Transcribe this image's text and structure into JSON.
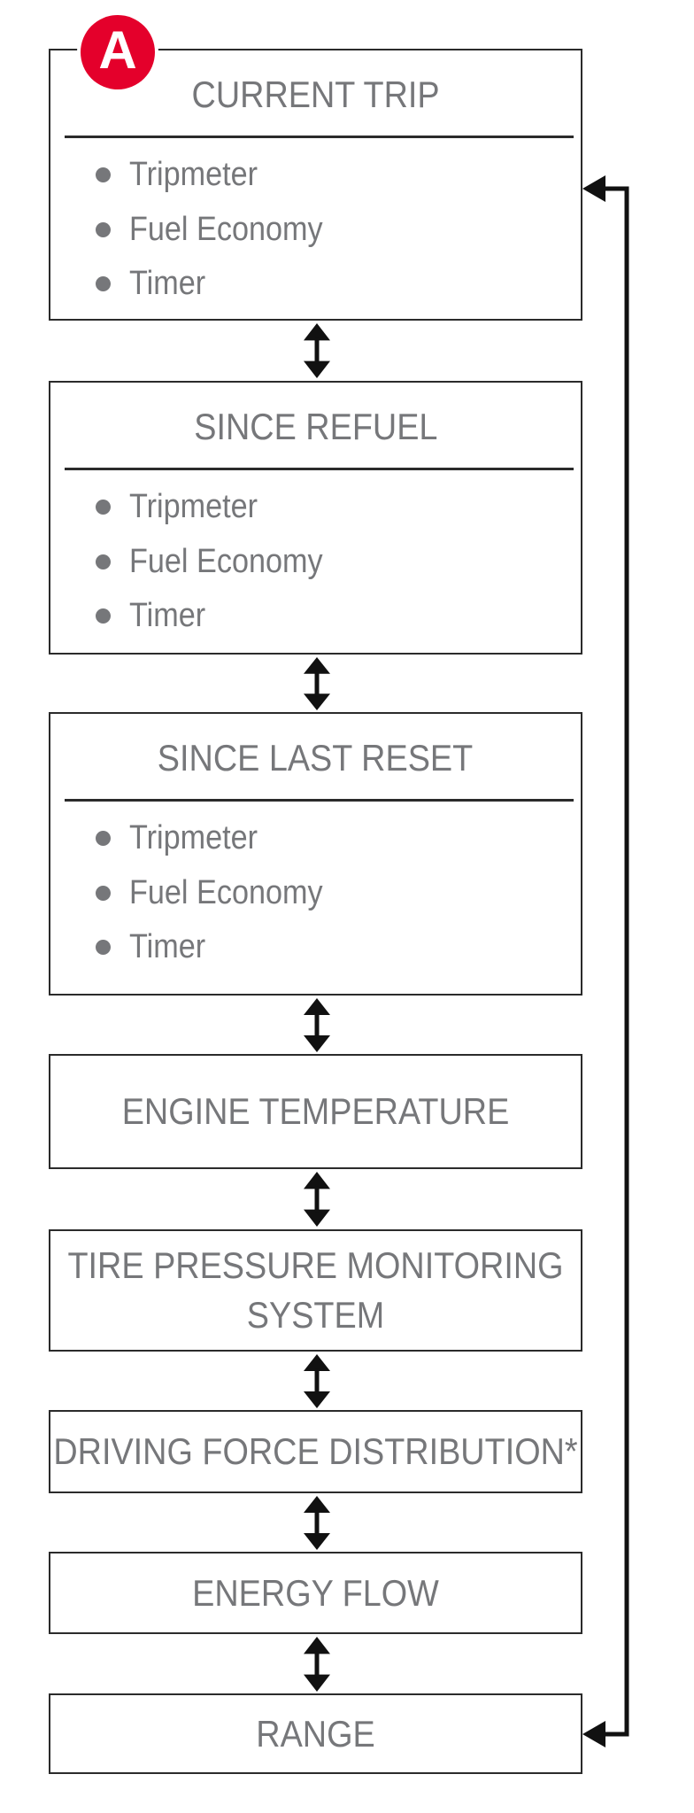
{
  "figure": {
    "badge": {
      "label": "A"
    },
    "boxes": [
      {
        "id": "current-trip",
        "title": "CURRENT TRIP",
        "items": [
          "Tripmeter",
          "Fuel Economy",
          "Timer"
        ]
      },
      {
        "id": "since-refuel",
        "title": "SINCE REFUEL",
        "items": [
          "Tripmeter",
          "Fuel Economy",
          "Timer"
        ]
      },
      {
        "id": "since-last-reset",
        "title": "SINCE LAST RESET",
        "items": [
          "Tripmeter",
          "Fuel Economy",
          "Timer"
        ]
      },
      {
        "id": "engine-temperature",
        "title": "ENGINE TEMPERATURE"
      },
      {
        "id": "tire-pressure-monitoring",
        "title": "TIRE PRESSURE MONITORING SYSTEM"
      },
      {
        "id": "driving-force-distribution",
        "title": "DRIVING FORCE DISTRIBUTION*"
      },
      {
        "id": "energy-flow",
        "title": "ENERGY FLOW"
      },
      {
        "id": "range",
        "title": "RANGE"
      }
    ],
    "icons": {
      "between_boxes": "up-down-double-arrow",
      "wrap_around": "left-pointing-arrow-loop"
    },
    "colors": {
      "badge_red": "#e4002b",
      "text_gray": "#76777a",
      "line_black": "#111111",
      "border_dark": "#2b2b2b"
    }
  }
}
